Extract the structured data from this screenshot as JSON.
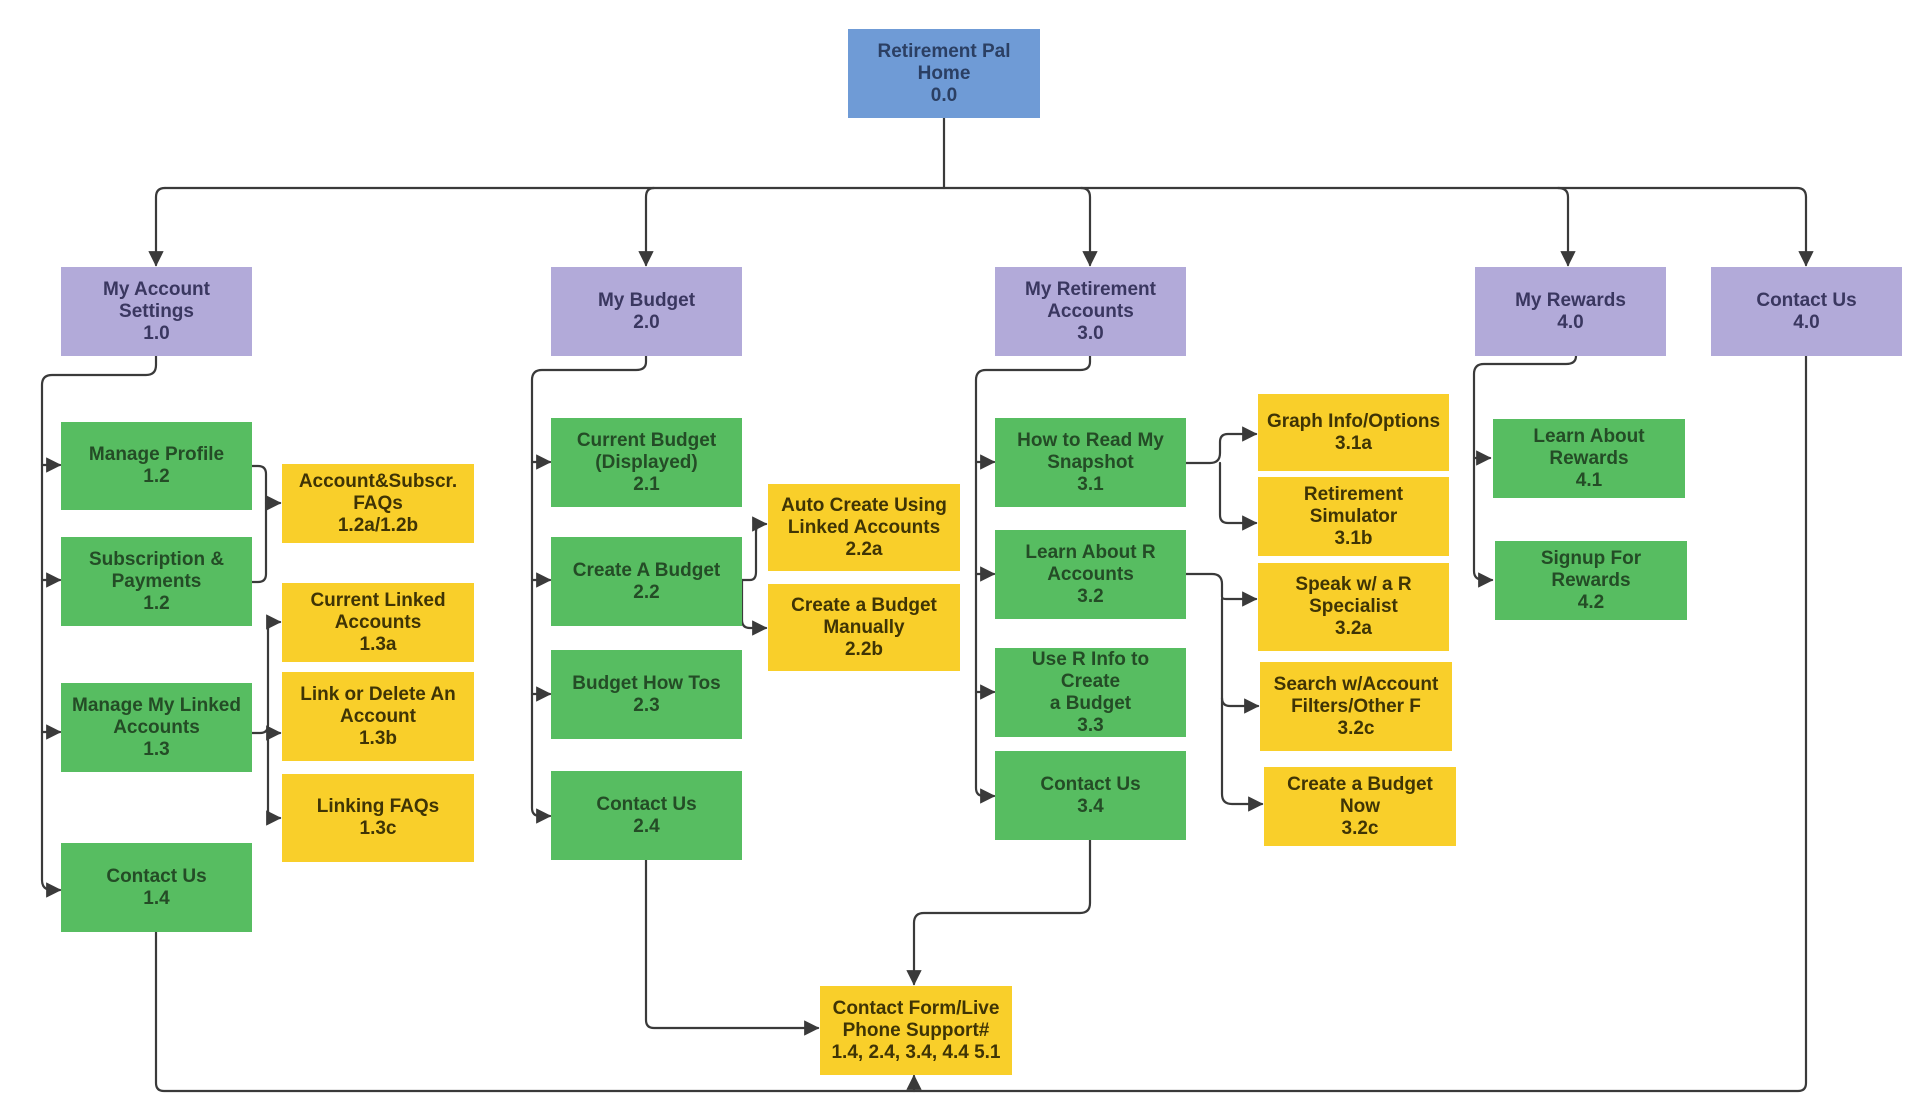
{
  "colors": {
    "root": "#6f9bd6",
    "root_text": "#2b3f63",
    "category": "#b2aad9",
    "category_text": "#3a3760",
    "page": "#57bd61",
    "page_text": "#244c26",
    "sub": "#f9cf2a",
    "sub_text": "#3f3405",
    "line": "#3a3a3a"
  },
  "nodes": {
    "root": {
      "title": "Retirement Pal\nHome",
      "code": "0.0"
    },
    "n1": {
      "title": "My Account\nSettings",
      "code": "1.0"
    },
    "n2": {
      "title": "My Budget",
      "code": "2.0"
    },
    "n3": {
      "title": "My Retirement\nAccounts",
      "code": "3.0"
    },
    "n4": {
      "title": "My Rewards",
      "code": "4.0"
    },
    "n5": {
      "title": "Contact Us",
      "code": "4.0"
    },
    "p12a": {
      "title": "Manage Profile",
      "code": "1.2"
    },
    "p12b": {
      "title": "Subscription &\nPayments",
      "code": "1.2"
    },
    "p13": {
      "title": "Manage My Linked\nAccounts",
      "code": "1.3"
    },
    "p14": {
      "title": "Contact Us",
      "code": "1.4"
    },
    "s12ab": {
      "title": "Account&Subscr.\nFAQs",
      "code": "1.2a/1.2b"
    },
    "s13a": {
      "title": "Current Linked\nAccounts",
      "code": "1.3a"
    },
    "s13b": {
      "title": "Link or Delete An\nAccount",
      "code": "1.3b"
    },
    "s13c": {
      "title": "Linking FAQs",
      "code": "1.3c"
    },
    "p21": {
      "title": "Current Budget\n(Displayed)",
      "code": "2.1"
    },
    "p22": {
      "title": "Create A Budget",
      "code": "2.2"
    },
    "p23": {
      "title": "Budget How Tos",
      "code": "2.3"
    },
    "p24": {
      "title": "Contact Us",
      "code": "2.4"
    },
    "s22a": {
      "title": "Auto Create Using\nLinked Accounts",
      "code": "2.2a"
    },
    "s22b": {
      "title": "Create a Budget\nManually",
      "code": "2.2b"
    },
    "p31": {
      "title": "How to Read My\nSnapshot",
      "code": "3.1"
    },
    "p32": {
      "title": "Learn About  R\nAccounts",
      "code": "3.2"
    },
    "p33": {
      "title": "Use R Info to Create\na Budget",
      "code": "3.3"
    },
    "p34": {
      "title": "Contact Us",
      "code": "3.4"
    },
    "s31a": {
      "title": "Graph Info/Options",
      "code": "3.1a"
    },
    "s31b": {
      "title": "Retirement\nSimulator",
      "code": "3.1b"
    },
    "s32a": {
      "title": "Speak w/ a R\nSpecialist",
      "code": "3.2a"
    },
    "s32c1": {
      "title": "Search  w/Account\nFilters/Other F",
      "code": "3.2c"
    },
    "s32c2": {
      "title": "Create a Budget\nNow",
      "code": "3.2c"
    },
    "p41": {
      "title": "Learn About\nRewards",
      "code": "4.1"
    },
    "p42": {
      "title": "Signup For\nRewards",
      "code": "4.2"
    },
    "contact": {
      "title": "Contact Form/Live\nPhone Support#",
      "code": "1.4, 2.4, 3.4, 4.4 5.1"
    }
  }
}
